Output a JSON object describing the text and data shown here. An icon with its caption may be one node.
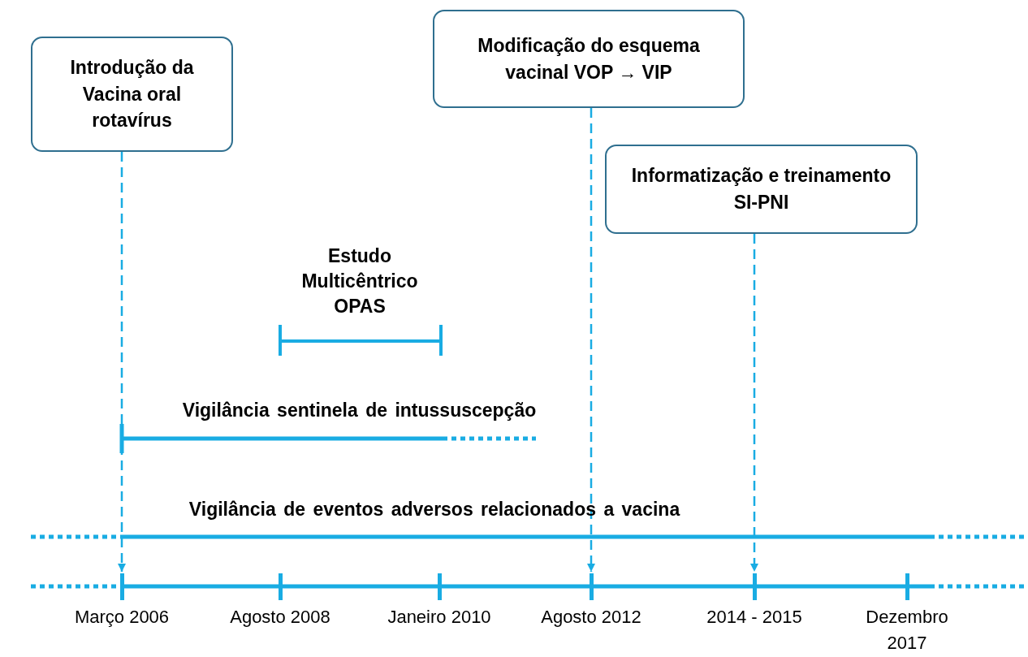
{
  "diagram": {
    "nodes": [
      {
        "text": [
          "Introdução da Vacina oral rotavírus"
        ]
      },
      {
        "text": [
          "Modificação do esquema vacinal VOP → VIP"
        ]
      },
      {
        "text": [
          "Informatização e treinamento SI-PNI"
        ]
      },
      {
        "text": [],
        "shape": "bar",
        "beside": [
          "Março 2006"
        ]
      },
      {
        "text": [],
        "shape": "bar",
        "beside": [
          "Agosto 2008"
        ]
      },
      {
        "text": [],
        "shape": "bar",
        "beside": [
          "Janeiro 2010"
        ]
      },
      {
        "text": [],
        "shape": "bar",
        "beside": [
          "Agosto 2012"
        ]
      },
      {
        "text": [],
        "shape": "bar",
        "beside": [
          "2014 - 2015"
        ]
      },
      {
        "text": [],
        "shape": "bar",
        "beside": [
          "Dezembro 2017"
        ]
      }
    ],
    "edges": [
      {
        "from": 0,
        "to": 3,
        "arrow": "to",
        "style": "dashed"
      },
      {
        "from": 1,
        "to": 6,
        "arrow": "to",
        "style": "dashed"
      },
      {
        "from": 2,
        "to": 7,
        "arrow": "to",
        "style": "dashed"
      }
    ],
    "labels": [
      "Estudo Multicêntrico OPAS",
      "Vigilância sentinela de intussuscepção",
      "Vigilância de eventos adversos relacionados a vacina"
    ]
  }
}
